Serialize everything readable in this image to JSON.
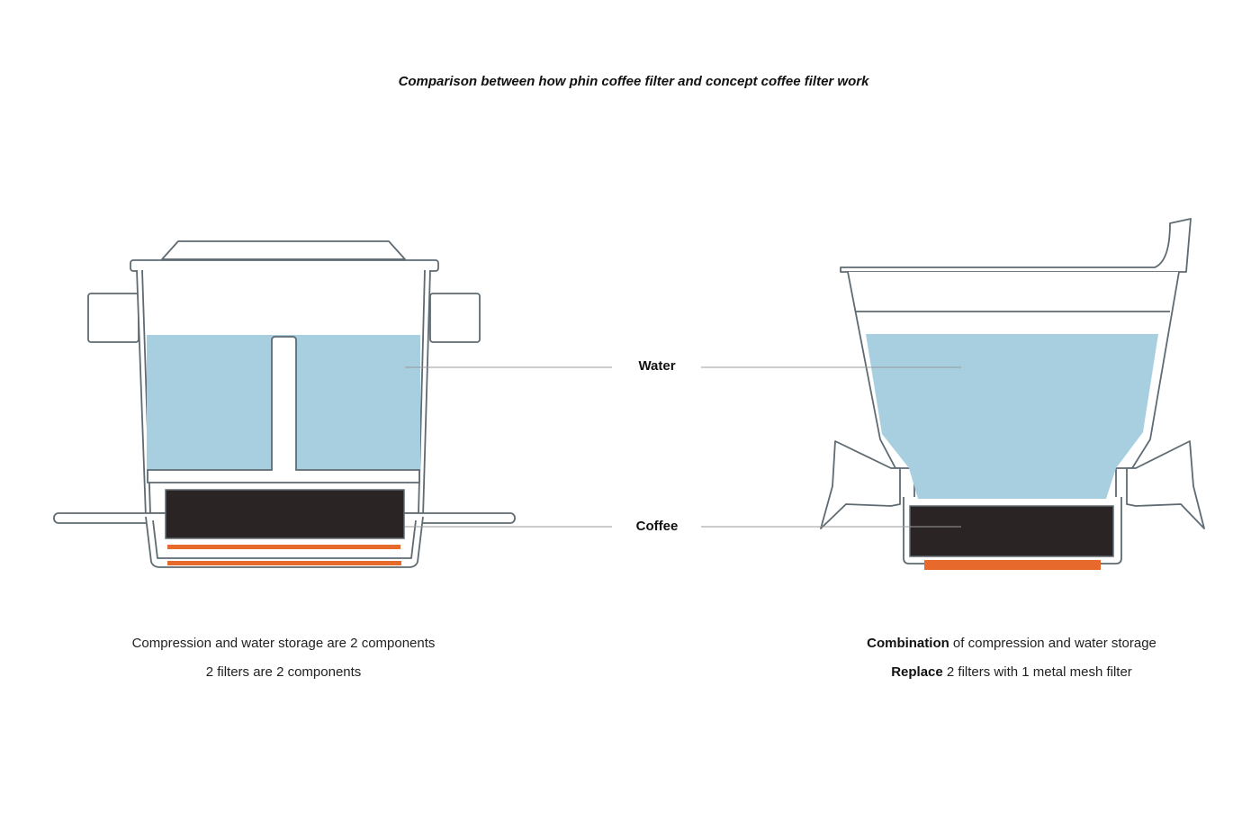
{
  "title": "Comparison between how phin coffee filter and concept coffee filter work",
  "labels": {
    "water": "Water",
    "coffee": "Coffee"
  },
  "left_captions": {
    "line1": "Compression and water storage are 2 components",
    "line2": "2 filters are 2 components"
  },
  "right_captions": {
    "line1_bold": "Combination",
    "line1_rest": " of compression and water storage",
    "line2_bold": "Replace",
    "line2_rest": " 2 filters with 1 metal mesh filter"
  },
  "colors": {
    "outline": "#5f6b72",
    "water": "#a8cfdf",
    "coffee": "#2b2424",
    "filter": "#e8692c",
    "leader_line": "#9a9a9a"
  }
}
